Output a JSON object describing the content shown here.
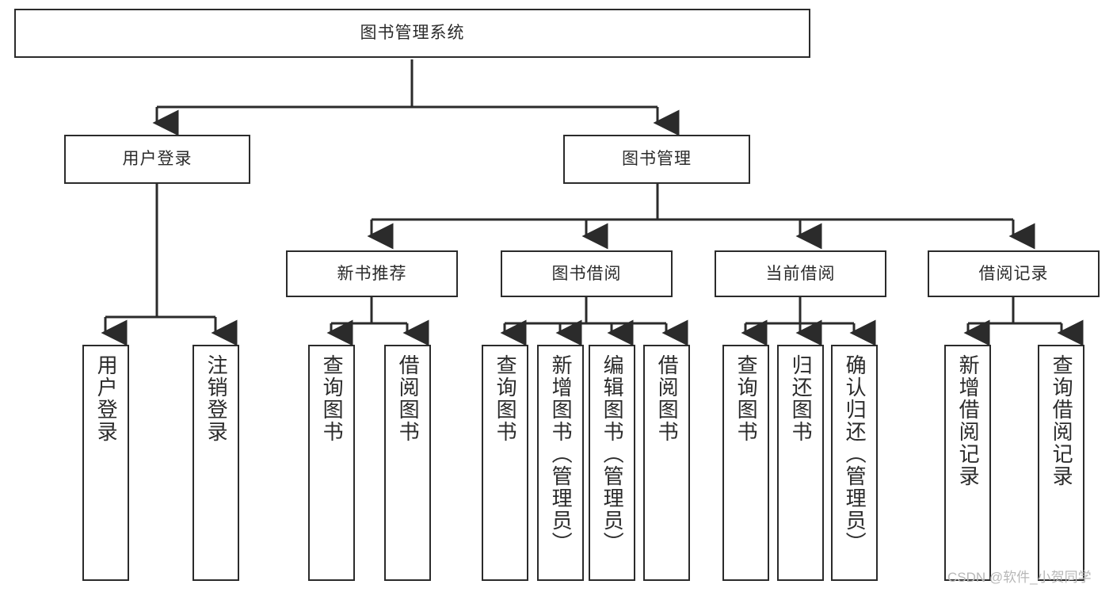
{
  "diagram": {
    "type": "tree-hierarchy",
    "title": "图书管理系统",
    "root": {
      "label": "图书管理系统"
    },
    "level2": [
      {
        "label": "用户登录"
      },
      {
        "label": "图书管理"
      }
    ],
    "level3": [
      {
        "label": "新书推荐"
      },
      {
        "label": "图书借阅"
      },
      {
        "label": "当前借阅"
      },
      {
        "label": "借阅记录"
      }
    ],
    "leaves": {
      "user_login": [
        {
          "label": "用户登录"
        },
        {
          "label": "注销登录"
        }
      ],
      "new_book_recommend": [
        {
          "label": "查询图书"
        },
        {
          "label": "借阅图书"
        }
      ],
      "book_borrow": [
        {
          "label": "查询图书"
        },
        {
          "label": "新增图书（管理员）"
        },
        {
          "label": "编辑图书（管理员）"
        },
        {
          "label": "借阅图书"
        }
      ],
      "current_borrow": [
        {
          "label": "查询图书"
        },
        {
          "label": "归还图书"
        },
        {
          "label": "确认归还（管理员）"
        }
      ],
      "borrow_records": [
        {
          "label": "新增借阅记录"
        },
        {
          "label": "查询借阅记录"
        }
      ]
    }
  },
  "watermark": {
    "text": "CSDN @软件_小贺同学"
  },
  "colors": {
    "stroke": "#2b2b2b",
    "fill": "#ffffff",
    "watermark": "#b7b7b7"
  }
}
